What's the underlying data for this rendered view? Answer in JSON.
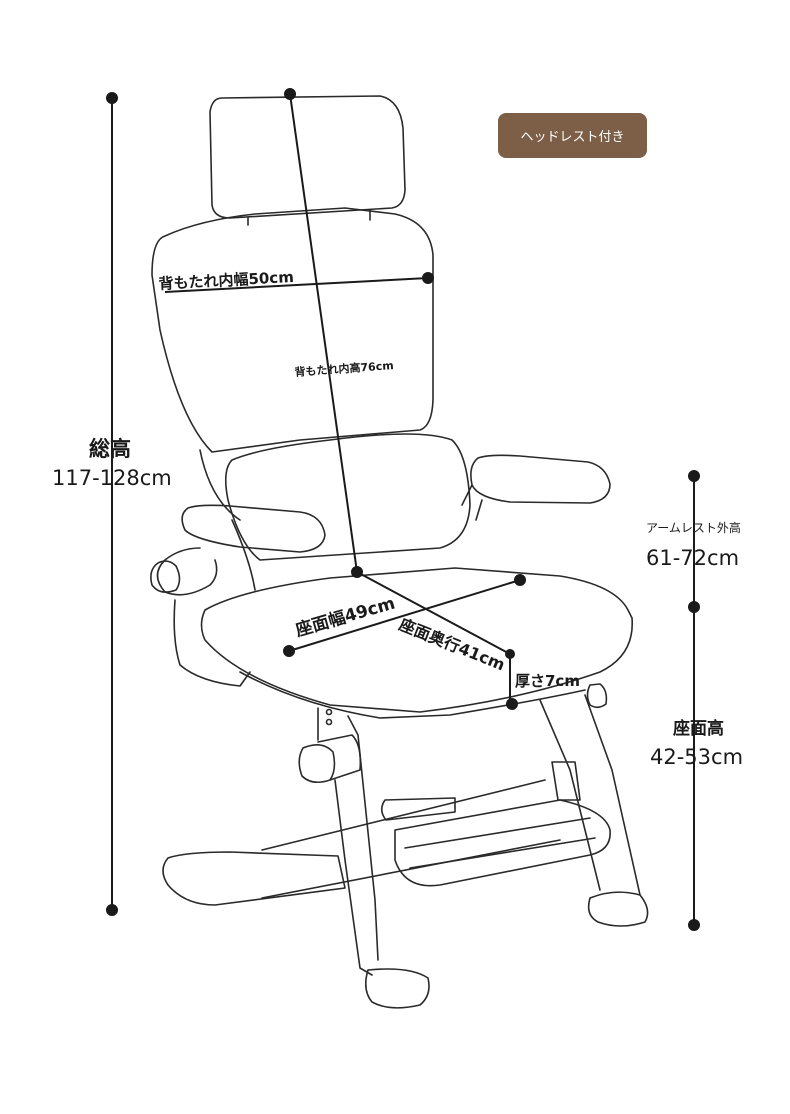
{
  "badge": {
    "text": "ヘッドレスト付き",
    "color": "#7d5f48"
  },
  "measurements": {
    "total_height": {
      "title": "総高",
      "value": "117-128cm"
    },
    "armrest_height": {
      "title": "アームレスト外高",
      "value": "61-72cm"
    },
    "seat_height": {
      "title": "座面高",
      "value": "42-53cm"
    },
    "back_width": {
      "label": "背もたれ内幅50cm"
    },
    "back_height": {
      "label": "背もたれ内高76cm"
    },
    "seat_width": {
      "label": "座面幅49cm"
    },
    "seat_depth": {
      "label": "座面奥行41cm"
    },
    "thickness": {
      "label": "厚さ7cm"
    }
  },
  "colors": {
    "line": "#1a1a1a",
    "badge": "#7d5f48",
    "background": "#ffffff"
  }
}
